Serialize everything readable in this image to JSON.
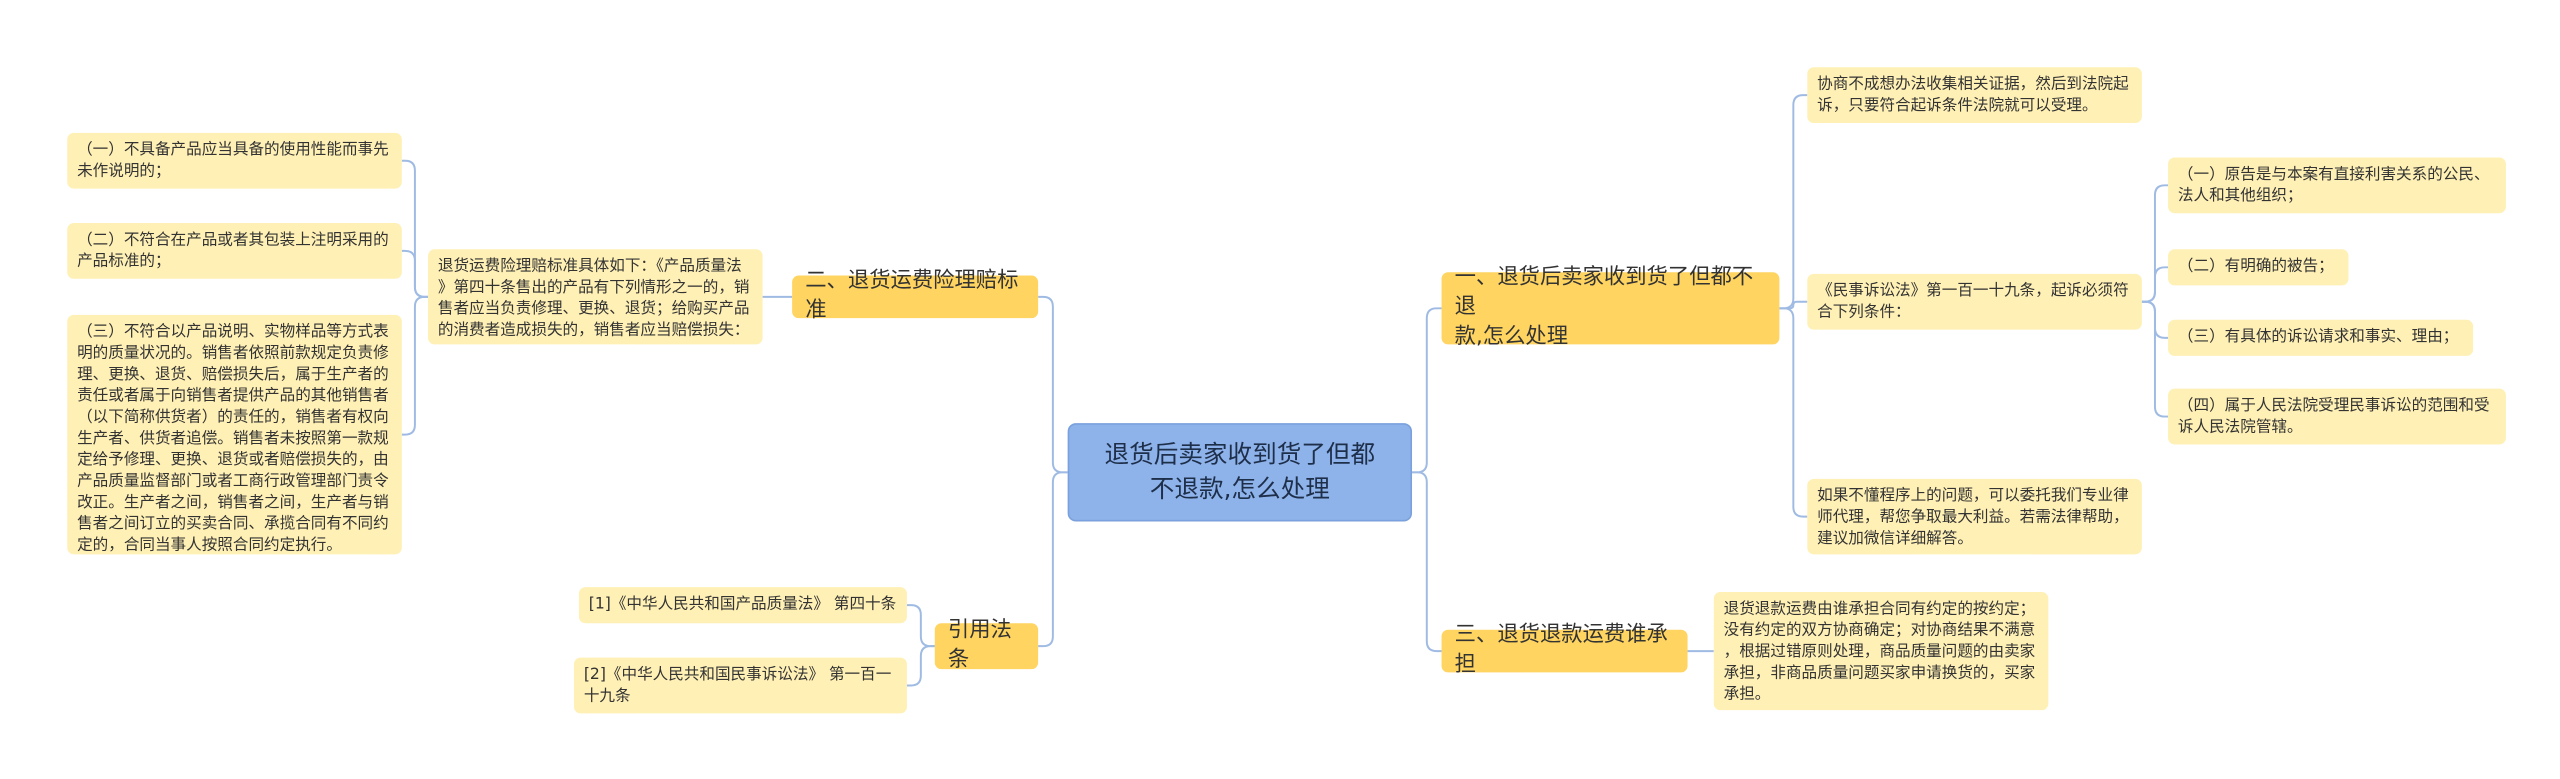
{
  "root": {
    "text": "退货后卖家收到货了但都\n不退款,怎么处理"
  },
  "right": {
    "branch1": {
      "text": "一、退货后卖家收到货了但都不退\n款,怎么处理",
      "child_negotiate": "协商不成想办法收集相关证据，然后到法院起\n诉，只要符合起诉条件法院就可以受理。",
      "child_civil_law": "《民事诉讼法》第一百一十九条，起诉必须符\n合下列条件：",
      "conditions": [
        "（一）原告是与本案有直接利害关系的公民、\n法人和其他组织；",
        "（二）有明确的被告；",
        "（三）有具体的诉讼请求和事实、理由；",
        "（四）属于人民法院受理民事诉讼的范围和受\n诉人民法院管辖。"
      ],
      "child_lawyer": "如果不懂程序上的问题，可以委托我们专业律\n师代理，帮您争取最大利益。若需法律帮助，\n建议加微信详细解答。"
    },
    "branch3": {
      "text": "三、退货退款运费谁承担",
      "child": "退货退款运费由谁承担合同有约定的按约定；\n没有约定的双方协商确定；对协商结果不满意\n，根据过错原则处理，商品质量问题的由卖家\n承担，非商品质量问题买家申请换货的，买家\n承担。"
    }
  },
  "left": {
    "branch2": {
      "text": "二、退货运费险理赔标准",
      "child": "退货运费险理赔标准具体如下：《产品质量法\n》第四十条售出的产品有下列情形之一的，销\n售者应当负责修理、更换、退货；给购买产品\n的消费者造成损失的，销售者应当赔偿损失：",
      "items": [
        "（一）不具备产品应当具备的使用性能而事先\n未作说明的；",
        "（二）不符合在产品或者其包装上注明采用的\n产品标准的；",
        "（三）不符合以产品说明、实物样品等方式表\n明的质量状况的。销售者依照前款规定负责修\n理、更换、退货、赔偿损失后，属于生产者的\n责任或者属于向销售者提供产品的其他销售者\n（以下简称供货者）的责任的，销售者有权向\n生产者、供货者追偿。销售者未按照第一款规\n定给予修理、更换、退货或者赔偿损失的，由\n产品质量监督部门或者工商行政管理部门责令\n改正。生产者之间，销售者之间，生产者与销\n售者之间订立的买卖合同、承揽合同有不同约\n定的，合同当事人按照合同约定执行。"
      ]
    },
    "citations": {
      "text": "引用法条",
      "items": [
        "[1]《中华人民共和国产品质量法》 第四十条",
        "[2]《中华人民共和国民事诉讼法》 第一百一\n十九条"
      ]
    }
  },
  "colors": {
    "root_fill": "#8eb2ea",
    "branch_fill": "#ffd460",
    "leaf_fill": "#fff0b5",
    "connector": "#9fbbe3"
  }
}
